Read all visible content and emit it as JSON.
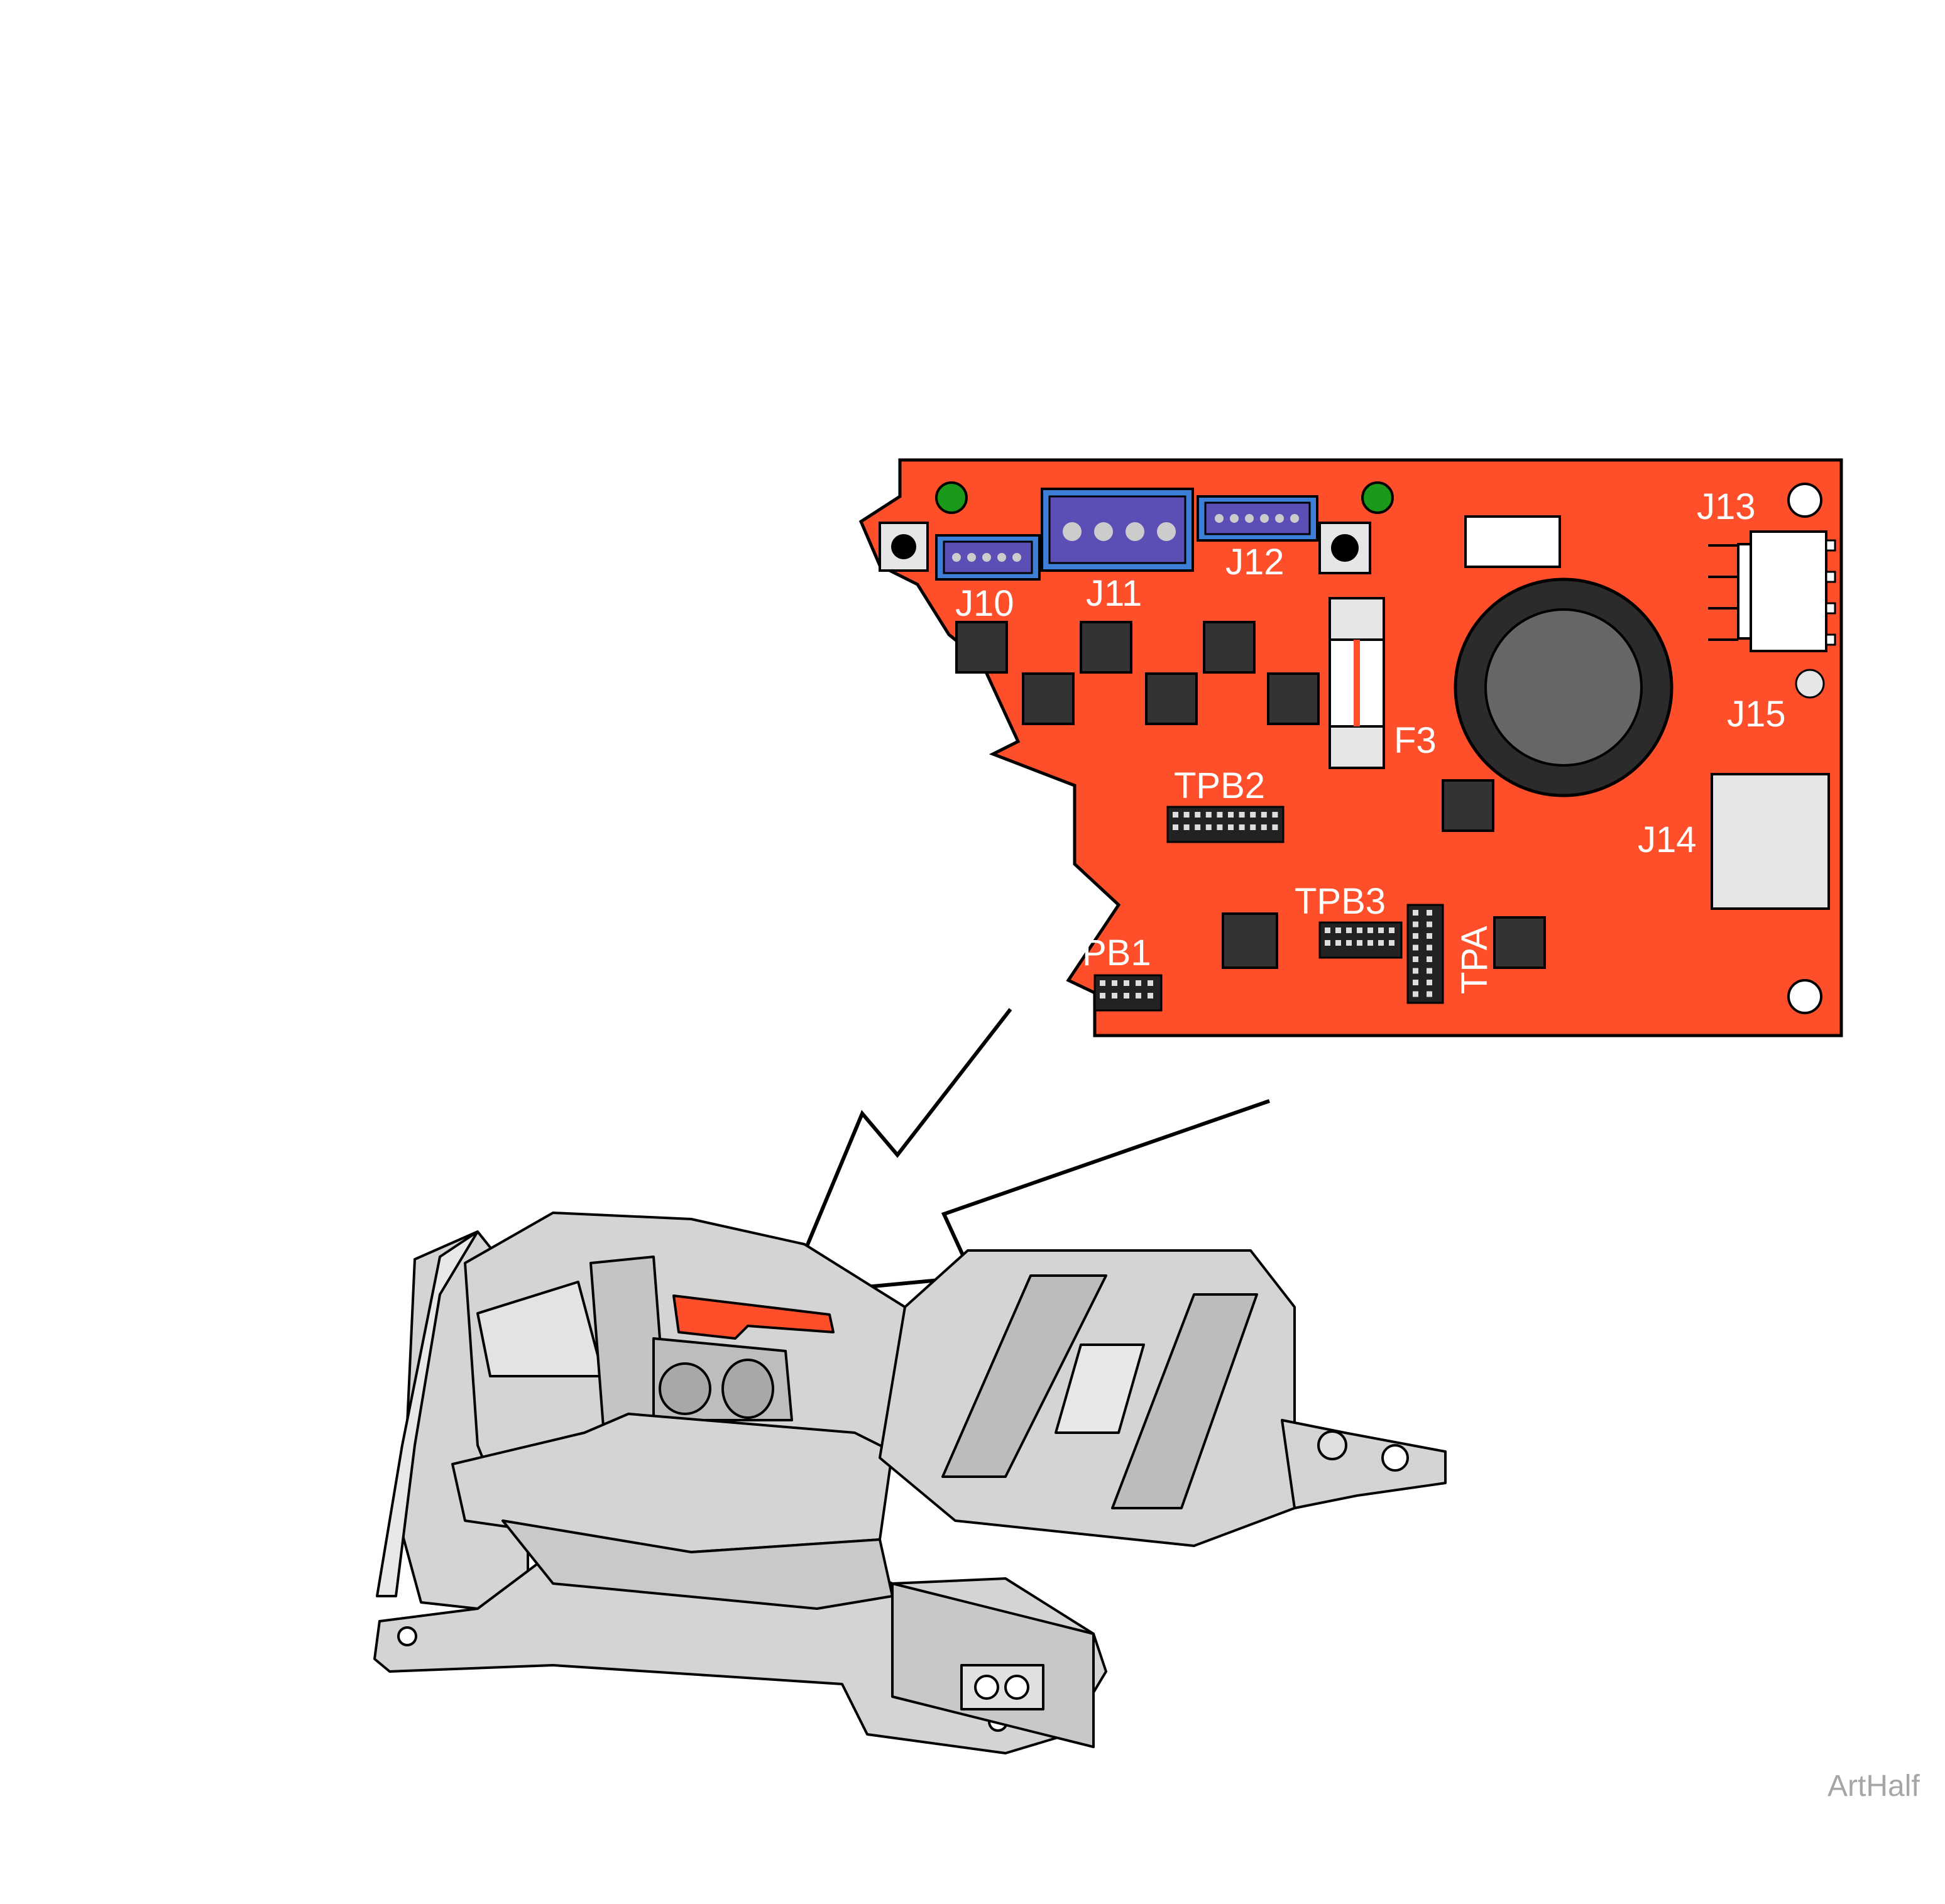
{
  "board": {
    "color": "#ff4f2a",
    "connector_color": "#5b4fb5",
    "labels": {
      "j10": "J10",
      "j11": "J11",
      "j12": "J12",
      "j13": "J13",
      "j14": "J14",
      "j15": "J15",
      "f3": "F3",
      "tpb1": "PB1",
      "tpb2": "TPB2",
      "tpb3": "TPB3",
      "tpa": "TPA"
    }
  },
  "machine": {
    "body_color": "#d4d4d4",
    "highlight_color": "#ff4f2a"
  },
  "watermark": "ArtHalf"
}
